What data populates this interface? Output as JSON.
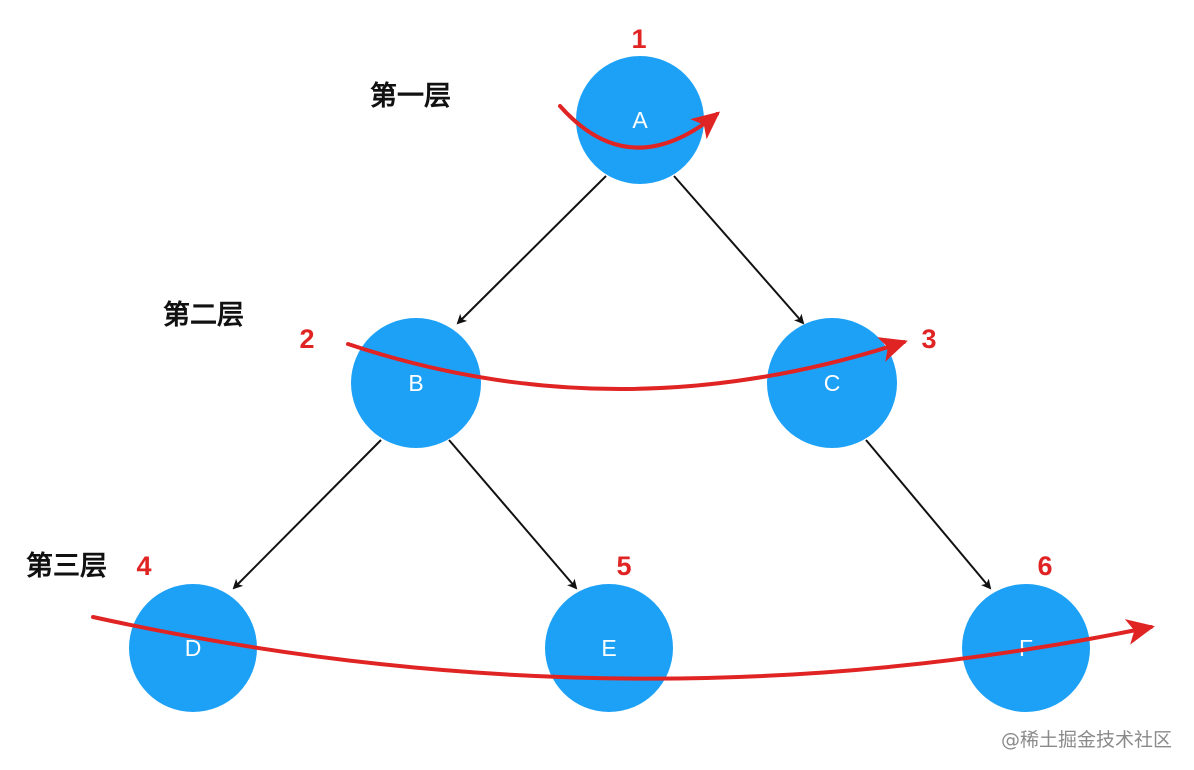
{
  "levels": [
    {
      "label": "第一层"
    },
    {
      "label": "第二层"
    },
    {
      "label": "第三层"
    }
  ],
  "nodes": [
    {
      "label": "A"
    },
    {
      "label": "B"
    },
    {
      "label": "C"
    },
    {
      "label": "D"
    },
    {
      "label": "E"
    },
    {
      "label": "F"
    }
  ],
  "edges": [
    {
      "from": "A",
      "to": "B"
    },
    {
      "from": "A",
      "to": "C"
    },
    {
      "from": "B",
      "to": "D"
    },
    {
      "from": "B",
      "to": "E"
    },
    {
      "from": "C",
      "to": "F"
    }
  ],
  "traversal_order": [
    "1",
    "2",
    "3",
    "4",
    "5",
    "6"
  ],
  "colors": {
    "node": "#1da1f7",
    "traversal": "#e02424",
    "edge": "#111111"
  },
  "watermark": "@稀土掘金技术社区"
}
